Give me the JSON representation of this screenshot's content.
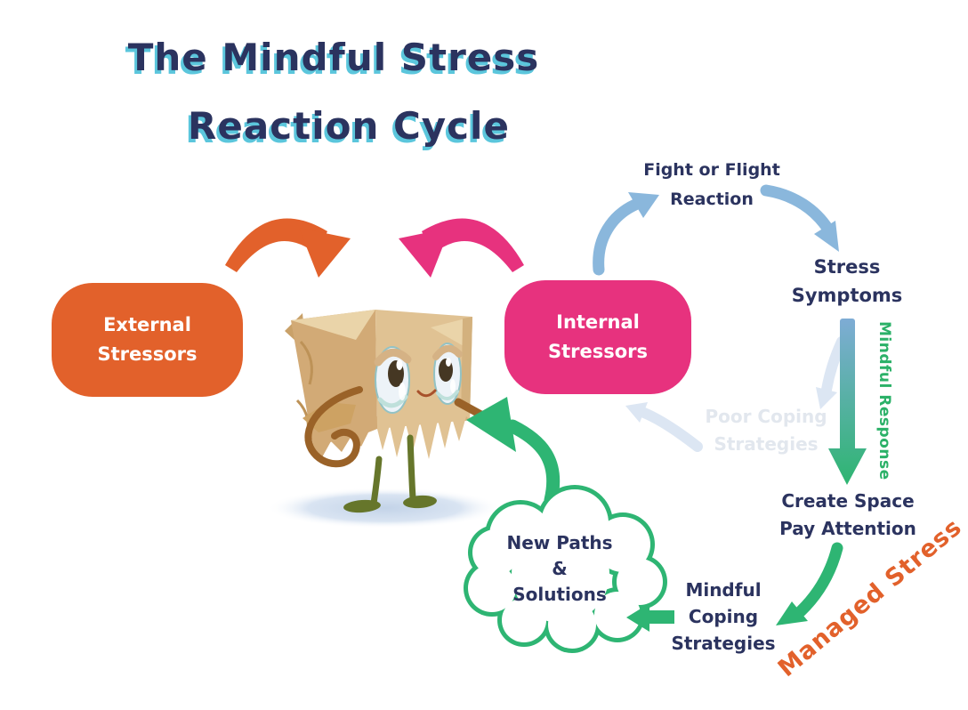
{
  "title": {
    "line1": "The Mindful Stress",
    "line2": "Reaction Cycle"
  },
  "boxes": {
    "external": {
      "line1": "External",
      "line2": "Stressors"
    },
    "internal": {
      "line1": "Internal",
      "line2": "Stressors"
    }
  },
  "cycle": {
    "fight_or_flight": {
      "line1": "Fight or Flight",
      "line2": "Reaction"
    },
    "stress_symptoms": {
      "line1": "Stress",
      "line2": "Symptoms"
    },
    "poor_coping": {
      "line1": "Poor Coping",
      "line2": "Strategies"
    },
    "mindful_response": "Mindful Response",
    "create_space": {
      "line1": "Create Space",
      "line2": "Pay Attention"
    },
    "managed_stress": "Managed Stress",
    "mindful_coping": {
      "line1": "Mindful",
      "line2": "Coping",
      "line3": "Strategies"
    },
    "cloud": {
      "line1": "New Paths",
      "line2": "&",
      "line3": "Solutions"
    }
  },
  "colors": {
    "navy_text": "#2b335f",
    "title_shadow_teal": "#5bc6dc",
    "orange": "#e2612b",
    "pink": "#e7327e",
    "blue_arrow": "#8ab7dc",
    "faded_arrow": "#dce6f3",
    "faded_text": "#e2e7ee",
    "green": "#2eb573",
    "green_text": "#2bb168",
    "gradient_arrow_top": "#7facd6",
    "bag_tan": "#e0c293"
  },
  "icons": {
    "orange_arrow": "curved-arrow-down-right",
    "pink_arrow": "curved-arrow-down-left",
    "blue_arrow_up": "curved-arrow-up-right",
    "blue_arrow_down": "curved-arrow-down-right",
    "faded_arrows": "faded-cycle-arrows",
    "gradient_arrow": "blue-to-green-down-arrow",
    "green_arrows": "green-cycle-arrows",
    "cloud": "thought-cloud",
    "character": "paper-bag-character"
  }
}
